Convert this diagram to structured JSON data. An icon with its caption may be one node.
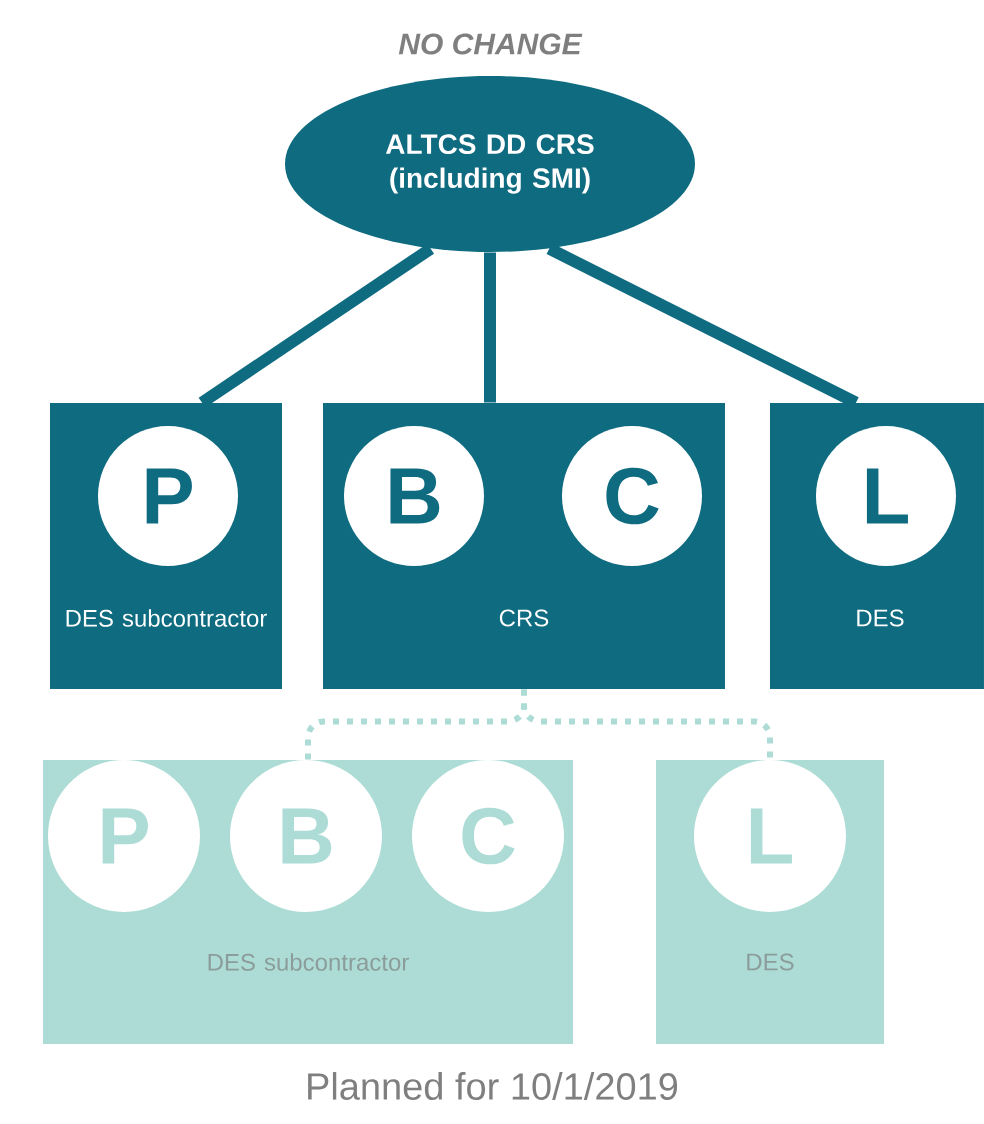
{
  "diagram": {
    "title": "NO CHANGE",
    "caption": "Planned for 10/1/2019",
    "nodes": [
      {
        "text": [
          "ALTCS DD CRS (including SMI)"
        ]
      },
      {
        "text": [
          "DES subcontractor"
        ]
      },
      {
        "text": [
          "P"
        ],
        "in": 1
      },
      {
        "text": [
          "CRS"
        ]
      },
      {
        "text": [
          "B"
        ],
        "in": 3
      },
      {
        "text": [
          "C"
        ],
        "in": 3
      },
      {
        "text": [
          "DES"
        ]
      },
      {
        "text": [
          "L"
        ],
        "in": 6
      },
      {
        "text": [
          "DES subcontractor"
        ]
      },
      {
        "text": [
          "P"
        ],
        "in": 8
      },
      {
        "text": [
          "B"
        ],
        "in": 8
      },
      {
        "text": [
          "C"
        ],
        "in": 8
      },
      {
        "text": [
          "DES"
        ]
      },
      {
        "text": [
          "L"
        ],
        "in": 12
      }
    ],
    "edges": [
      {
        "from": 0,
        "to": 1,
        "arrow": "none"
      },
      {
        "from": 0,
        "to": 3,
        "arrow": "none"
      },
      {
        "from": 0,
        "to": 6,
        "arrow": "none"
      },
      {
        "from": 3,
        "to": 8,
        "arrow": "none",
        "style": "dashed",
        "color": "#acdcd5"
      },
      {
        "from": 3,
        "to": 12,
        "arrow": "none",
        "style": "dashed",
        "color": "#acdcd5"
      }
    ]
  }
}
